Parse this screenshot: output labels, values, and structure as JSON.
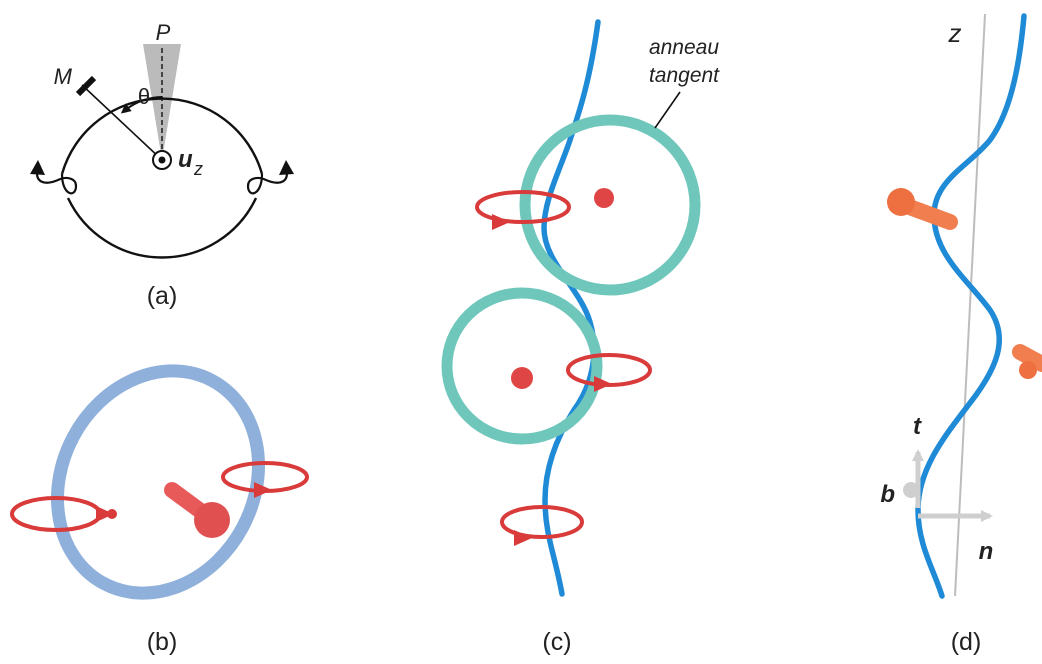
{
  "panel_a": {
    "point_p": "P",
    "point_m": "M",
    "angle": "θ",
    "vector_u": "u",
    "vector_u_sub": "z",
    "caption": "(a)"
  },
  "panel_b": {
    "caption": "(b)"
  },
  "panel_c": {
    "annotation_line1": "anneau",
    "annotation_line2": "tangent",
    "caption": "(c)"
  },
  "panel_d": {
    "axis": "z",
    "vector_t": "t",
    "vector_b": "b",
    "vector_n": "n",
    "caption": "(d)"
  },
  "colors": {
    "ring_blue": "#8FB0DB",
    "ring_teal": "#6FC7BC",
    "helix_blue": "#1F8AD6",
    "red_arrow": "#D93A3A",
    "orange_arrow": "#F07E4E",
    "gray_sector": "#BBBBBB",
    "frame_gray": "#C8C8C8"
  }
}
